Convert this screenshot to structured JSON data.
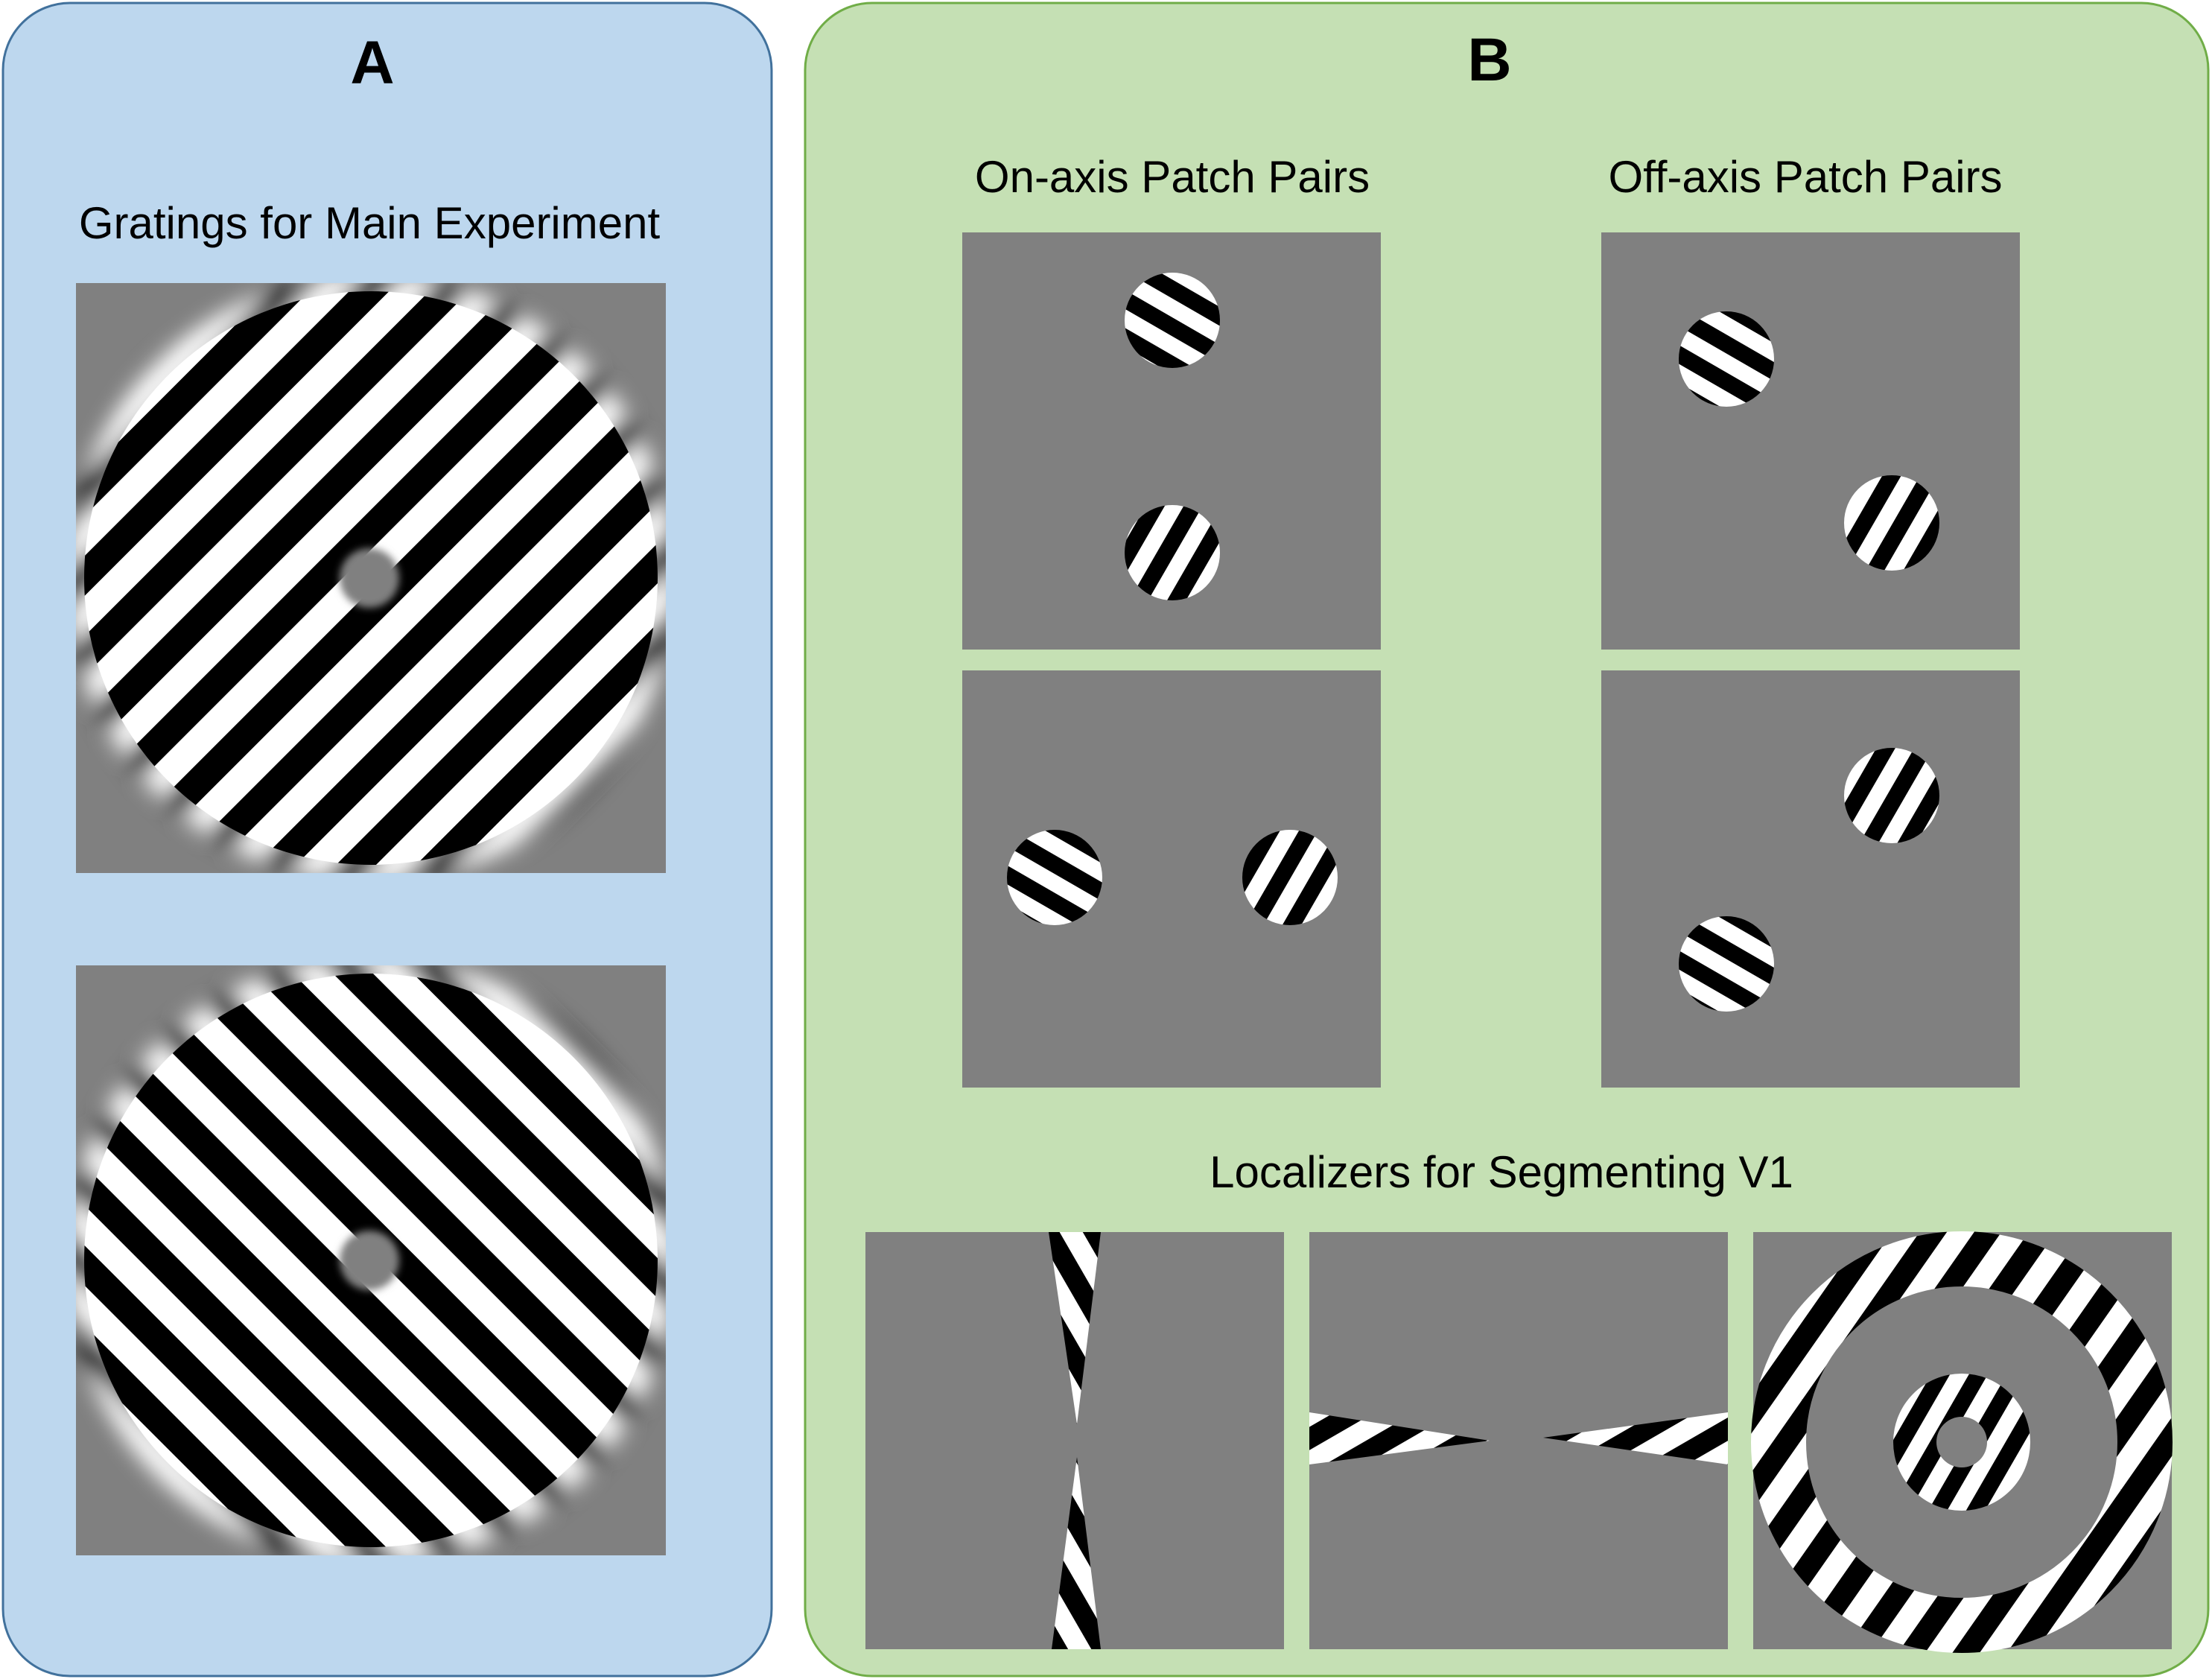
{
  "panel_a": {
    "letter": "A",
    "title": "Gratings for Main Experiment",
    "gratings": [
      {
        "orientation_deg": 45
      },
      {
        "orientation_deg": -45
      }
    ],
    "fill_color": "#bdd7ee",
    "border_color": "#41719c"
  },
  "panel_b": {
    "letter": "B",
    "on_axis_title": "On-axis Patch Pairs",
    "off_axis_title": "Off-axis Patch Pairs",
    "localizers_title": "Localizers for Segmenting V1",
    "fill_color": "#c5e0b4",
    "border_color": "#70ad47"
  },
  "colors": {
    "stimulus_background": "#808080",
    "stripe_dark": "#000000",
    "stripe_light": "#ffffff"
  }
}
